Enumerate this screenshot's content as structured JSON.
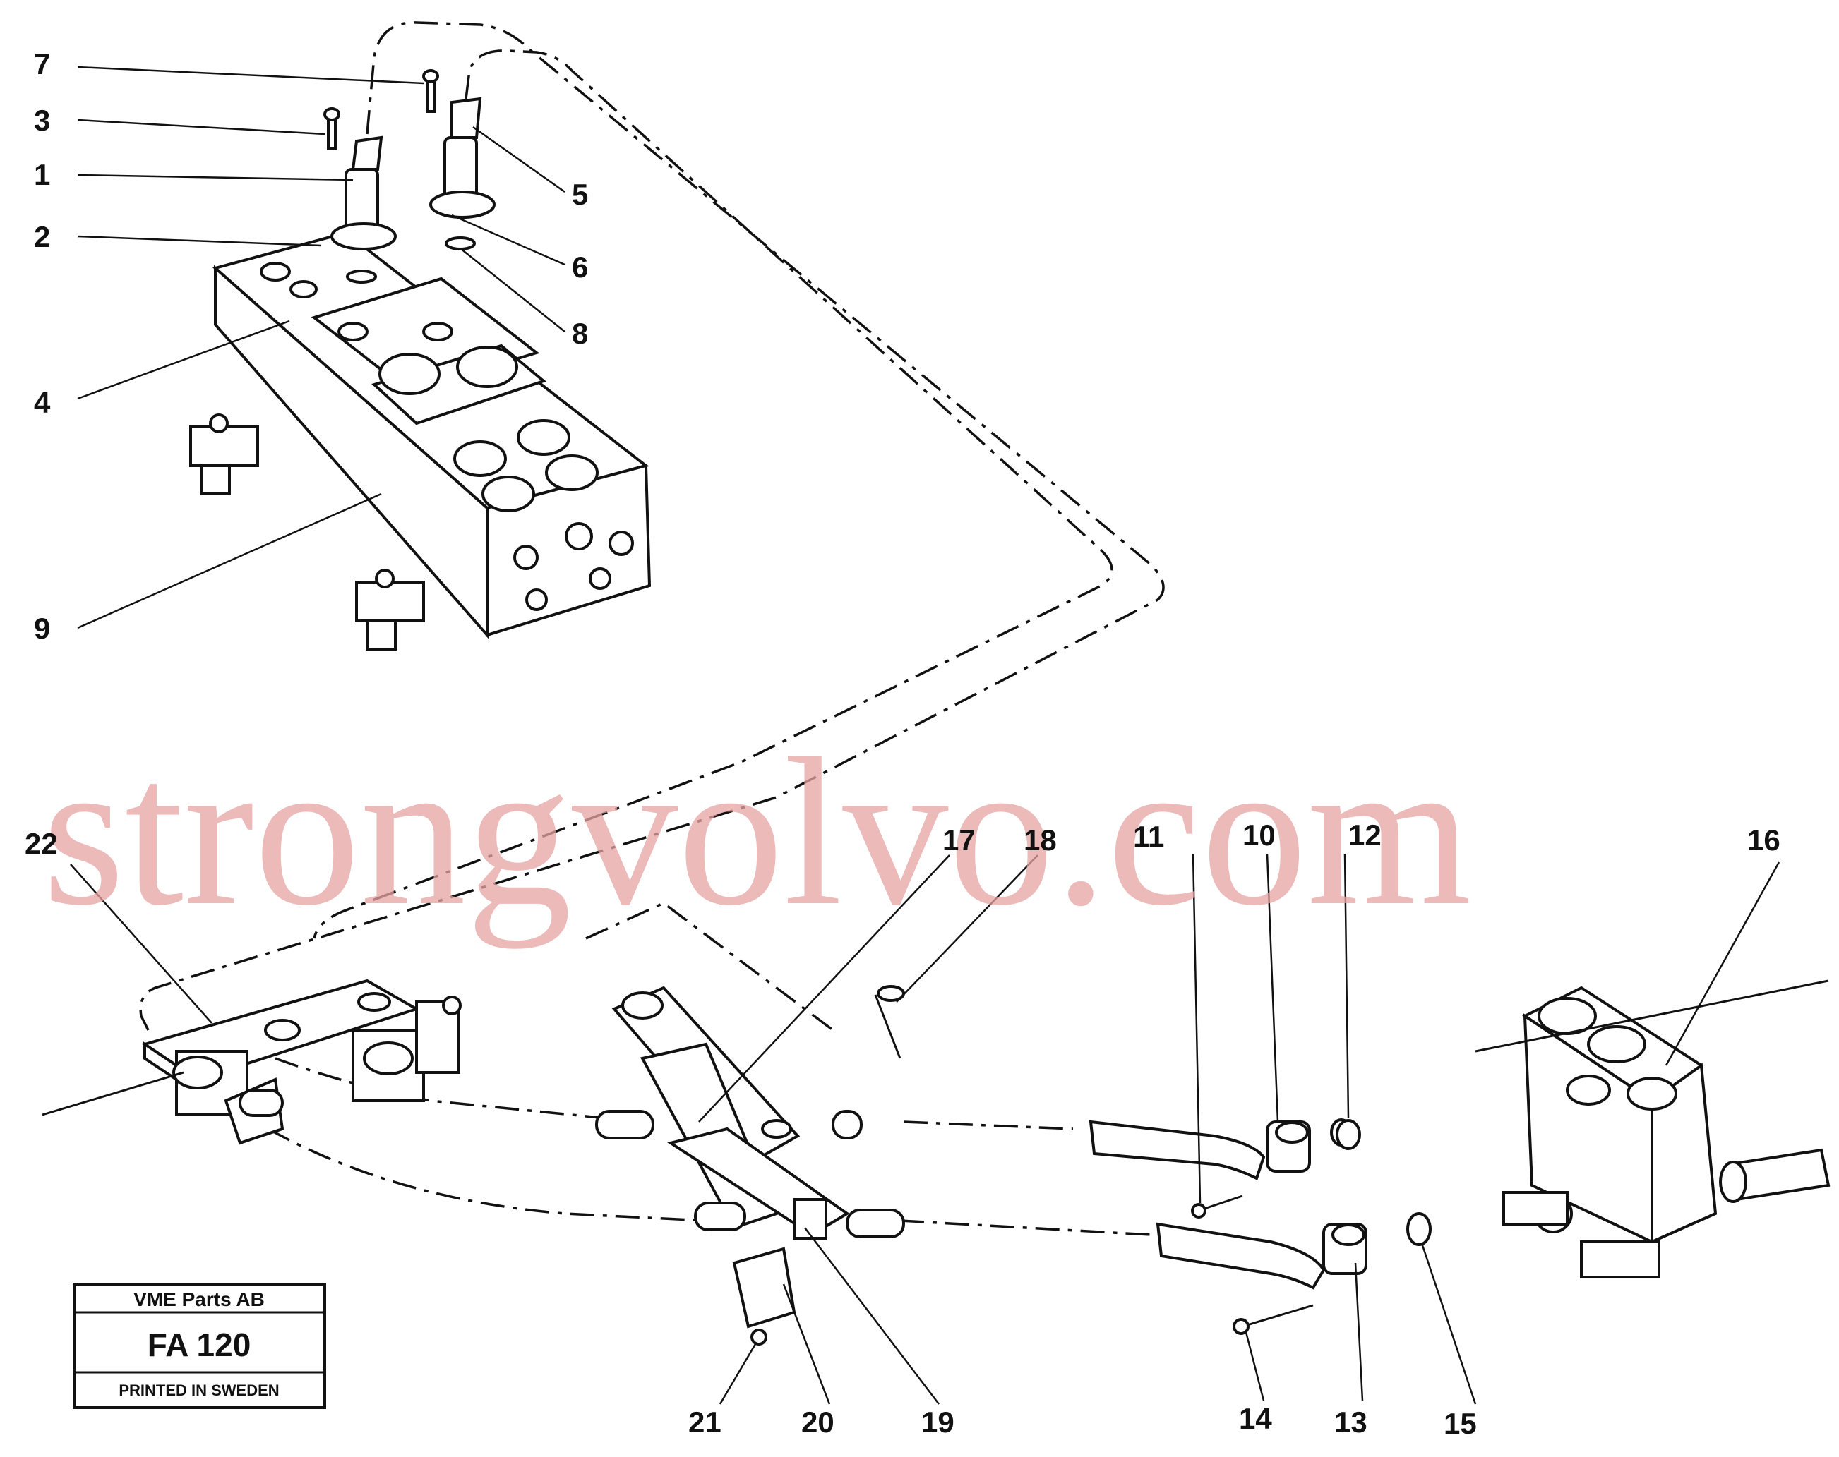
{
  "callouts": [
    {
      "id": "1",
      "label": "1"
    },
    {
      "id": "2",
      "label": "2"
    },
    {
      "id": "3",
      "label": "3"
    },
    {
      "id": "4",
      "label": "4"
    },
    {
      "id": "5",
      "label": "5"
    },
    {
      "id": "6",
      "label": "6"
    },
    {
      "id": "7",
      "label": "7"
    },
    {
      "id": "8",
      "label": "8"
    },
    {
      "id": "9",
      "label": "9"
    },
    {
      "id": "10",
      "label": "10"
    },
    {
      "id": "11",
      "label": "11"
    },
    {
      "id": "12",
      "label": "12"
    },
    {
      "id": "13",
      "label": "13"
    },
    {
      "id": "14",
      "label": "14"
    },
    {
      "id": "15",
      "label": "15"
    },
    {
      "id": "16",
      "label": "16"
    },
    {
      "id": "17",
      "label": "17"
    },
    {
      "id": "18",
      "label": "18"
    },
    {
      "id": "19",
      "label": "19"
    },
    {
      "id": "20",
      "label": "20"
    },
    {
      "id": "21",
      "label": "21"
    },
    {
      "id": "22",
      "label": "22"
    }
  ],
  "watermark": "strongvolvo.com",
  "title_block": {
    "company": "VME Parts AB",
    "code": "FA 120",
    "footer": "PRINTED IN SWEDEN"
  }
}
